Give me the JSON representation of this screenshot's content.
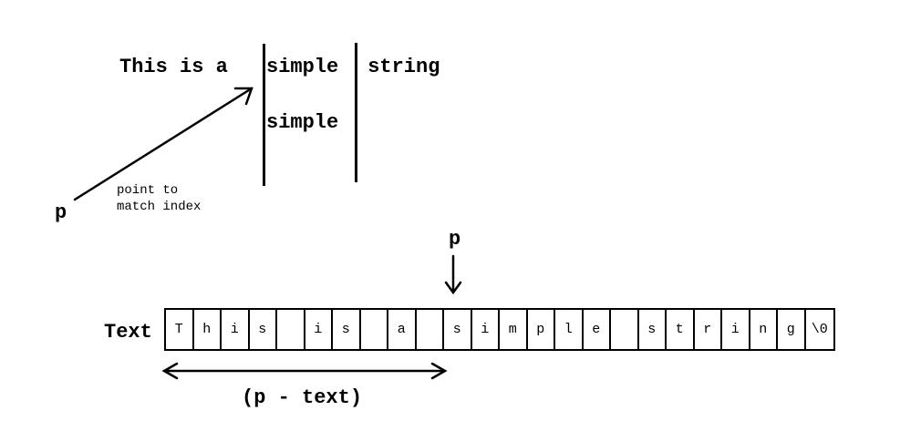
{
  "top": {
    "sentence_before": "This is a ",
    "match_word": "simple",
    "sentence_after": " string",
    "pattern_word": "simple",
    "pointer_label": "p",
    "pointer_note_line1": "point to",
    "pointer_note_line2": "match index"
  },
  "bottom": {
    "pointer_label": "p",
    "array_label": "Text",
    "cells": [
      "T",
      "h",
      "i",
      "s",
      " ",
      "i",
      "s",
      " ",
      "a",
      " ",
      "s",
      "i",
      "m",
      "p",
      "l",
      "e",
      " ",
      "s",
      "t",
      "r",
      "i",
      "n",
      "g",
      "\\0"
    ],
    "offset_label": "(p - text)"
  }
}
